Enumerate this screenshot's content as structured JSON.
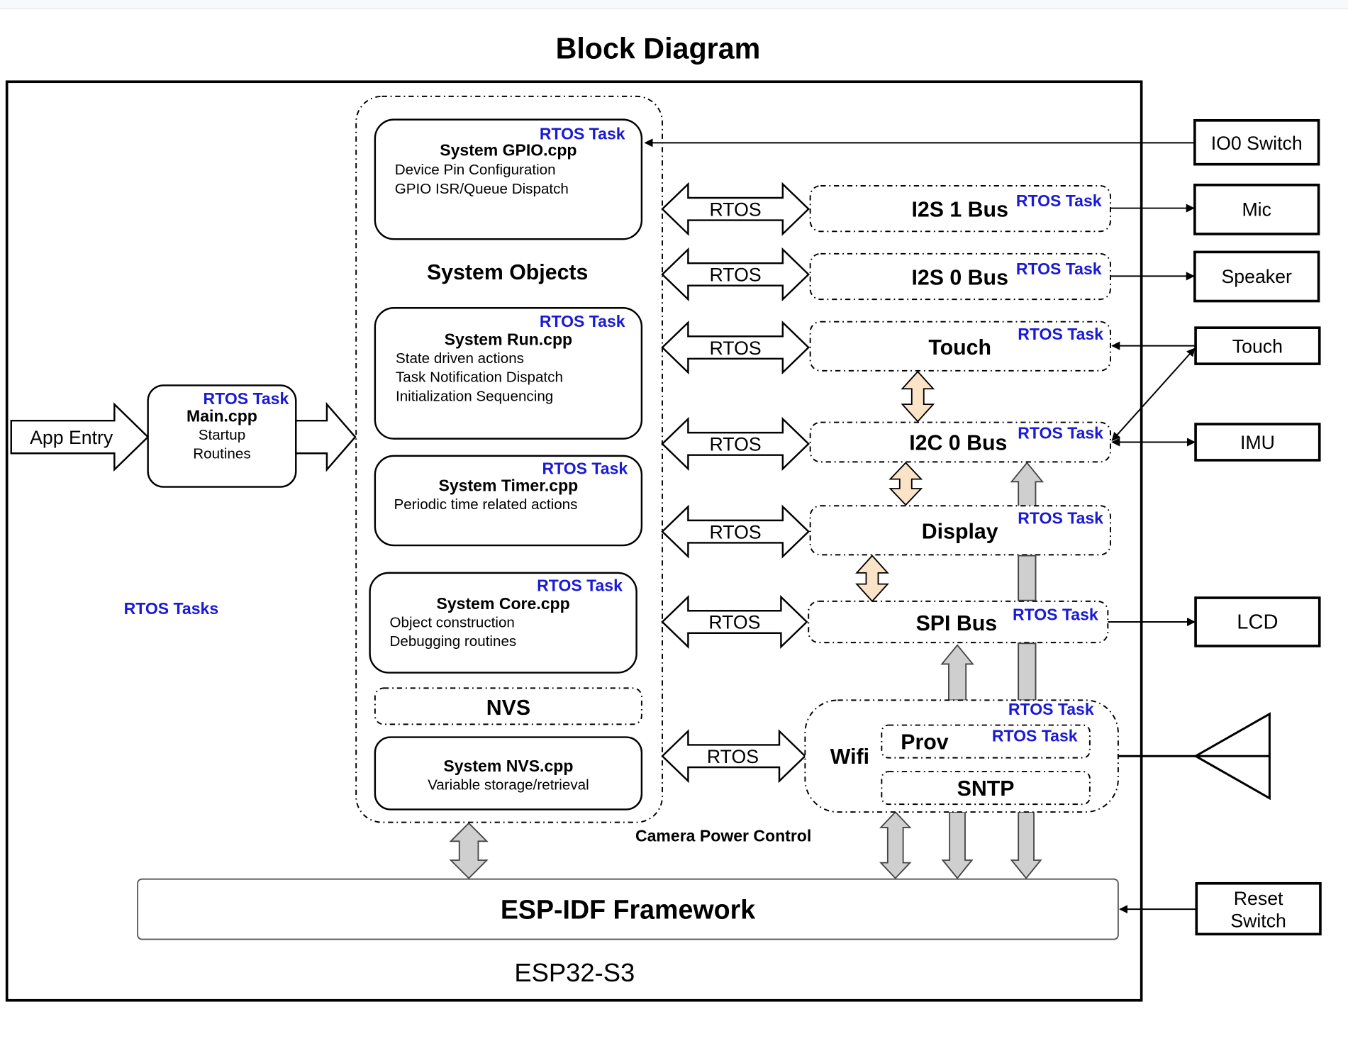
{
  "title": "Block Diagram",
  "chip_label": "ESP32-S3",
  "rtos_task": "RTOS Task",
  "rtos_tasks_legend": "RTOS Tasks",
  "rtos": "RTOS",
  "app_entry": "App Entry",
  "main": {
    "name": "Main.cpp",
    "lines": [
      "Startup",
      "Routines"
    ]
  },
  "system_objects": "System Objects",
  "gpio": {
    "name": "System GPIO.cpp",
    "lines": [
      "Device Pin Configuration",
      "GPIO ISR/Queue Dispatch"
    ]
  },
  "run": {
    "name": "System Run.cpp",
    "lines": [
      "State driven actions",
      "Task Notification Dispatch",
      "Initialization Sequencing"
    ]
  },
  "timer": {
    "name": "System Timer.cpp",
    "lines": [
      "Periodic time related actions"
    ]
  },
  "core": {
    "name": "System Core.cpp",
    "lines": [
      "Object construction",
      "Debugging routines"
    ]
  },
  "nvs": "NVS",
  "nvs_cpp": {
    "name": "System NVS.cpp",
    "lines": [
      "Variable storage/retrieval"
    ]
  },
  "buses": {
    "i2s1": "I2S 1 Bus",
    "i2s0": "I2S 0 Bus",
    "touch": "Touch",
    "i2c0": "I2C 0 Bus",
    "display": "Display",
    "spi": "SPI Bus"
  },
  "wifi": {
    "label": "Wifi",
    "prov": "Prov",
    "sntp": "SNTP"
  },
  "camera_power": "Camera Power Control",
  "esp_idf": "ESP-IDF Framework",
  "external": {
    "io0": "IO0 Switch",
    "mic": "Mic",
    "speaker": "Speaker",
    "touch": "Touch",
    "imu": "IMU",
    "lcd": "LCD",
    "reset_line1": "Reset",
    "reset_line2": "Switch"
  },
  "colors": {
    "rtos_blue": "#1a1ad4",
    "peach": "#fbe3c8",
    "gray": "#cfcfcf",
    "line": "#000000"
  }
}
